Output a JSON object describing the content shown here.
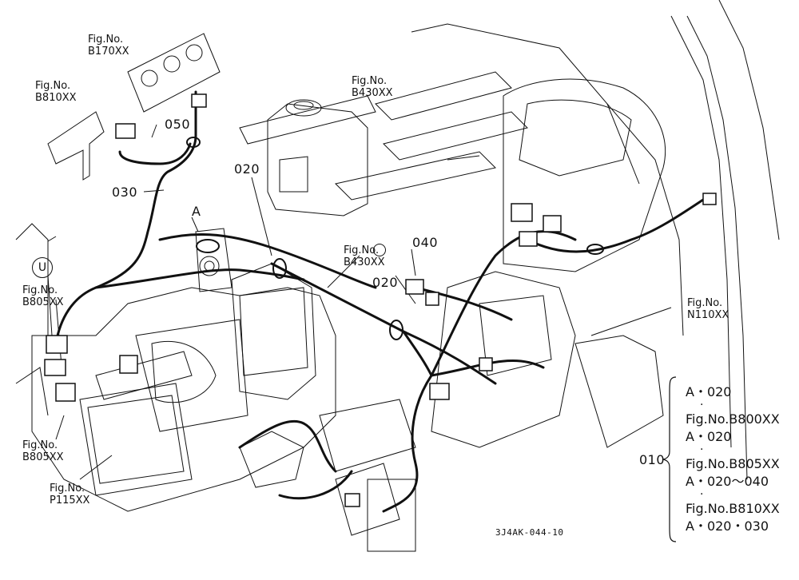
{
  "labels": {
    "b170": [
      "Fig.No.",
      "B170XX"
    ],
    "b810": [
      "Fig.No.",
      "B810XX"
    ],
    "b430_top": [
      "Fig.No.",
      "B430XX"
    ],
    "b430_mid": [
      "Fig.No.",
      "B430XX"
    ],
    "b805_left": [
      "Fig.No.",
      "B805XX"
    ],
    "b805_bottom": [
      "Fig.No.",
      "B805XX"
    ],
    "p115": [
      "Fig.No.",
      "P115XX"
    ],
    "n110": [
      "Fig.No.",
      "N110XX"
    ]
  },
  "parts": {
    "p050": "050",
    "p030": "030",
    "p020_top": "020",
    "p020_mid": "020",
    "p040": "040",
    "pA": "A",
    "circle_u": "U"
  },
  "legend": {
    "part": "010",
    "lines": [
      "A・020",
      "Fig.No.B800XX",
      "A・020",
      "Fig.No.B805XX",
      "A・020～040",
      "Fig.No.B810XX",
      "A・020・030"
    ]
  },
  "drawing_code": "3J4AK-044-10"
}
